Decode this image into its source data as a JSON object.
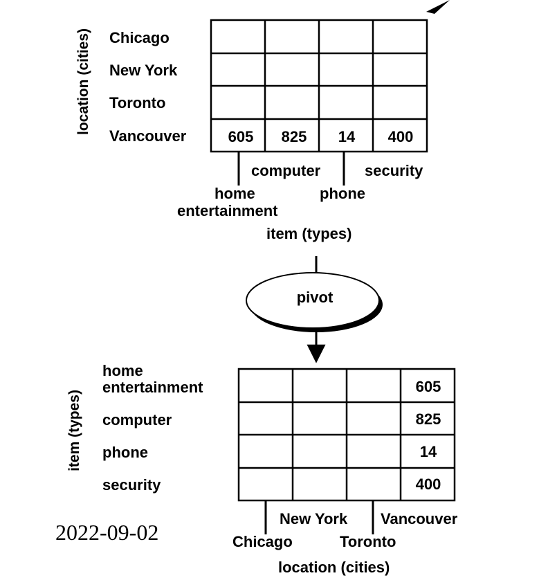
{
  "top_table": {
    "row_axis_label": "location (cities)",
    "row_labels": [
      "Chicago",
      "New York",
      "Toronto",
      "Vancouver"
    ],
    "values": [
      "605",
      "825",
      "14",
      "400"
    ],
    "col_labels_upper": [
      "computer",
      "security"
    ],
    "col_labels_lower": [
      "home",
      "phone"
    ],
    "col_label_extra": "entertainment",
    "col_axis_label": "item (types)"
  },
  "pivot": {
    "label": "pivot"
  },
  "bottom_table": {
    "row_axis_label": "item (types)",
    "row_labels": [
      "home",
      "entertainment",
      "computer",
      "phone",
      "security"
    ],
    "values": [
      "605",
      "825",
      "14",
      "400"
    ],
    "col_labels_upper": [
      "New York",
      "Vancouver"
    ],
    "col_labels_lower": [
      "Chicago",
      "Toronto"
    ],
    "col_axis_label": "location (cities)"
  },
  "date": "2022-09-02"
}
